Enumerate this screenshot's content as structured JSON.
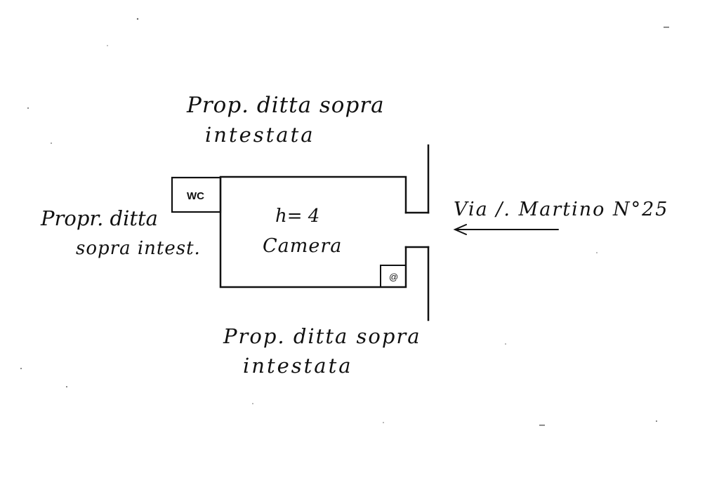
{
  "labels": {
    "top_line1": "Prop. ditta sopra",
    "top_line2": "intestata",
    "left_line1": "Propr. ditta",
    "left_line2": "sopra intest.",
    "bottom_line1": "Prop. ditta sopra",
    "bottom_line2": "intestata",
    "height": "h= 4",
    "room": "Camera",
    "street": "Via /. Martino N°25",
    "wc": "WC",
    "stove": "@"
  },
  "colors": {
    "ink": "#111111",
    "paper": "#ffffff"
  },
  "icons": {
    "street_arrow": "left-arrow-icon"
  }
}
